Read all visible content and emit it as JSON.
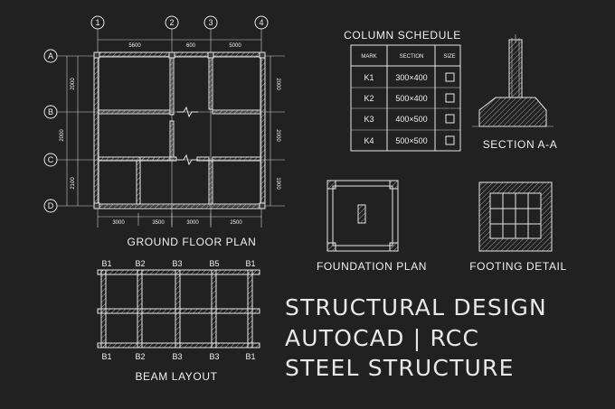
{
  "plan": {
    "title": "GROUND FLOOR PLAN",
    "grid_cols": [
      "1",
      "2",
      "3",
      "4"
    ],
    "grid_rows": [
      "A",
      "B",
      "C",
      "D"
    ],
    "dims_top": [
      "5600",
      "600",
      "5000"
    ],
    "dims_bottom": [
      "3000",
      "3500",
      "3000",
      "2500"
    ],
    "dims_left": [
      "2000",
      "2000",
      "2100"
    ],
    "dims_right": [
      "2000",
      "2000",
      "1900"
    ]
  },
  "schedule": {
    "title": "COLUMN SCHEDULE",
    "headers": [
      "MARK",
      "SECTION",
      "SIZE"
    ],
    "rows": [
      {
        "mark": "K1",
        "section": "300×400"
      },
      {
        "mark": "K2",
        "section": "500×400"
      },
      {
        "mark": "K3",
        "section": "400×500"
      },
      {
        "mark": "K4",
        "section": "500×500"
      }
    ]
  },
  "section_label": "SECTION A-A",
  "foundation_label": "FOUNDATION PLAN",
  "footing_label": "FOOTING DETAIL",
  "beam": {
    "title": "BEAM LAYOUT",
    "top_labels": [
      "B1",
      "B2",
      "B3",
      "B5",
      "B1"
    ],
    "bottom_labels": [
      "B1",
      "B2",
      "B3",
      "B3",
      "B1"
    ]
  },
  "headline": [
    "STRUCTURAL DESIGN",
    "AUTOCAD | RCC",
    "STEEL STRUCTURE"
  ],
  "colors": {
    "background": "#212121",
    "line": "#e8e8e8"
  }
}
